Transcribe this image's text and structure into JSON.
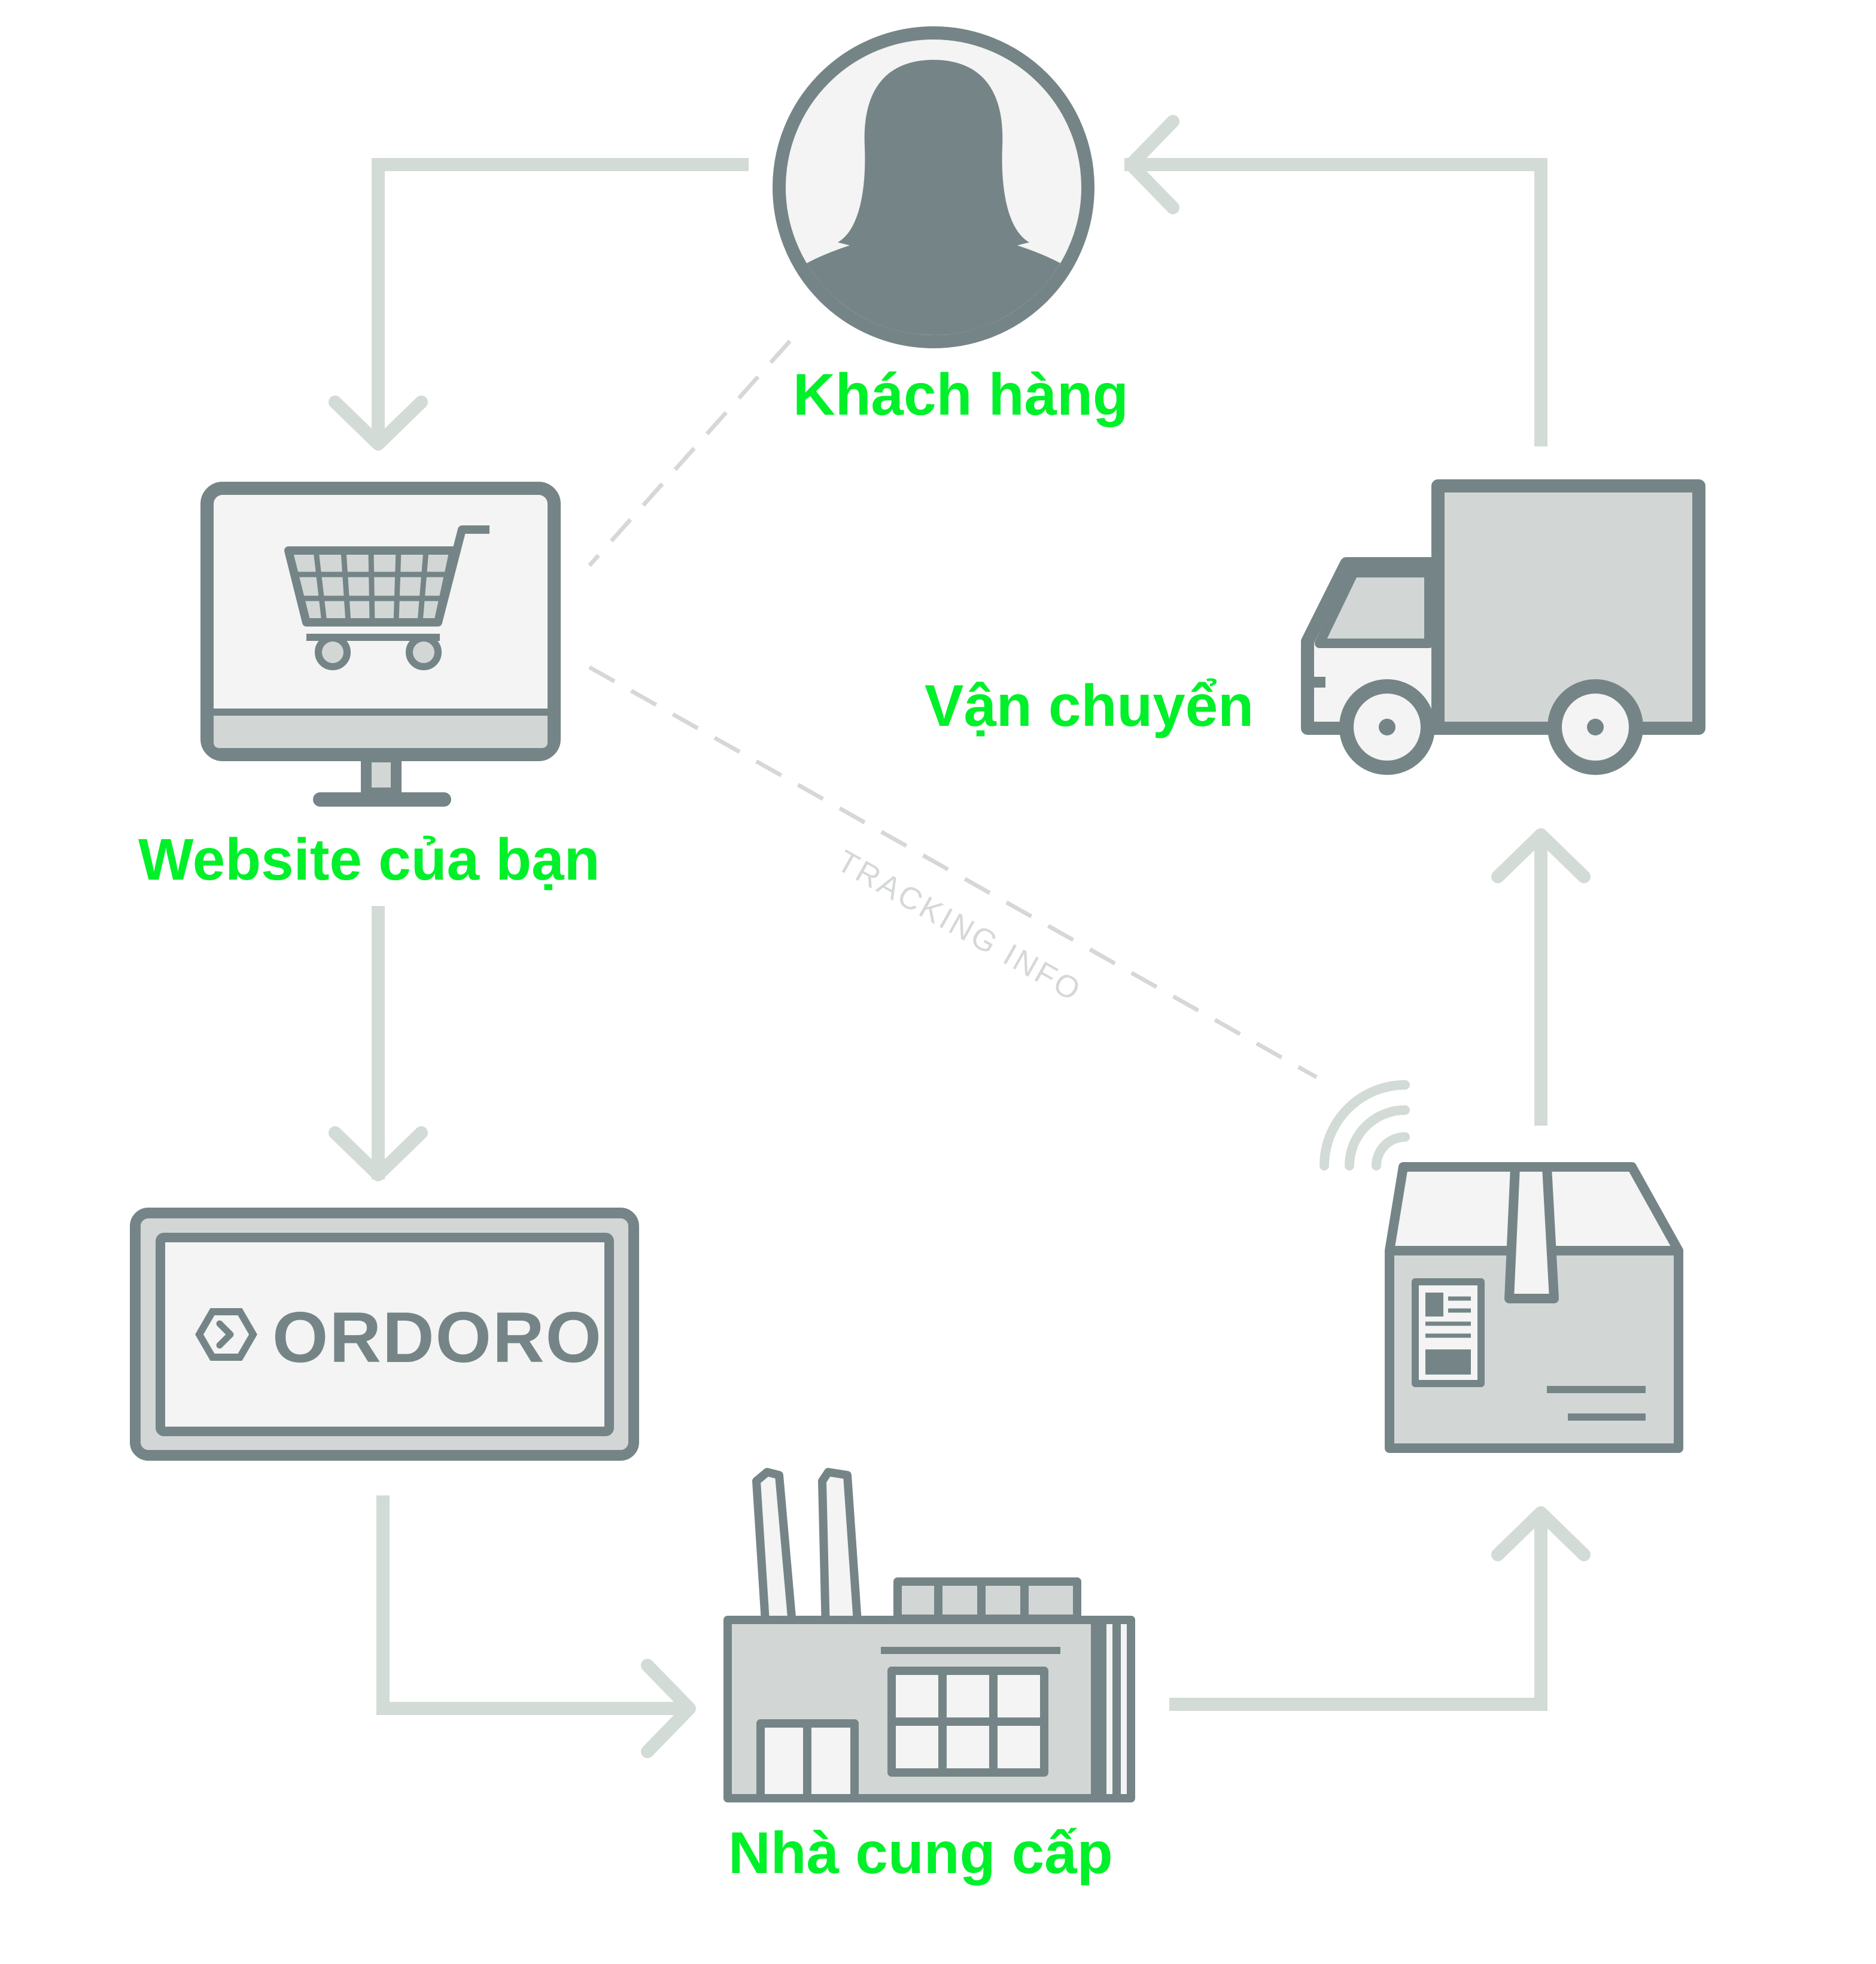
{
  "labels": {
    "customer": "Khách hàng",
    "website": "Website của bạn",
    "shipping": "Vận chuyển",
    "supplier": "Nhà cung cấp"
  },
  "tracking_label": "TRACKING INFO",
  "logo_text": "ORDORO",
  "colors": {
    "label_green": "#00f02a",
    "icon_dark": "#758587",
    "icon_fill": "#d2d7d5",
    "icon_light": "#f3f4f3",
    "connector": "#d3dbd6",
    "dashed": "#d5d8d6"
  },
  "icons": [
    "person-icon",
    "shopping-cart-icon",
    "monitor-icon",
    "ordoro-logo-icon",
    "factory-icon",
    "package-icon",
    "wireless-signal-icon",
    "delivery-truck-icon"
  ]
}
